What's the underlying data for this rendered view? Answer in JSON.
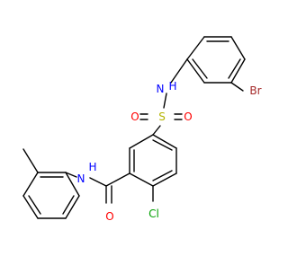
{
  "molecule": {
    "atom_labels": {
      "nh_sulfonamide": "N",
      "h_sulfonamide": "H",
      "sulfur": "S",
      "oxygen_left": "O",
      "oxygen_right": "O",
      "bromine": "Br",
      "nh_amide": "N",
      "h_amide": "H",
      "oxygen_carbonyl": "O",
      "chlorine": "Cl"
    },
    "colors": {
      "carbon_bond": "#000000",
      "nitrogen": "#0000ff",
      "oxygen": "#ff0000",
      "sulfur": "#b3b300",
      "bromine": "#a52a2a",
      "chlorine": "#00a000",
      "background": "#ffffff"
    }
  }
}
